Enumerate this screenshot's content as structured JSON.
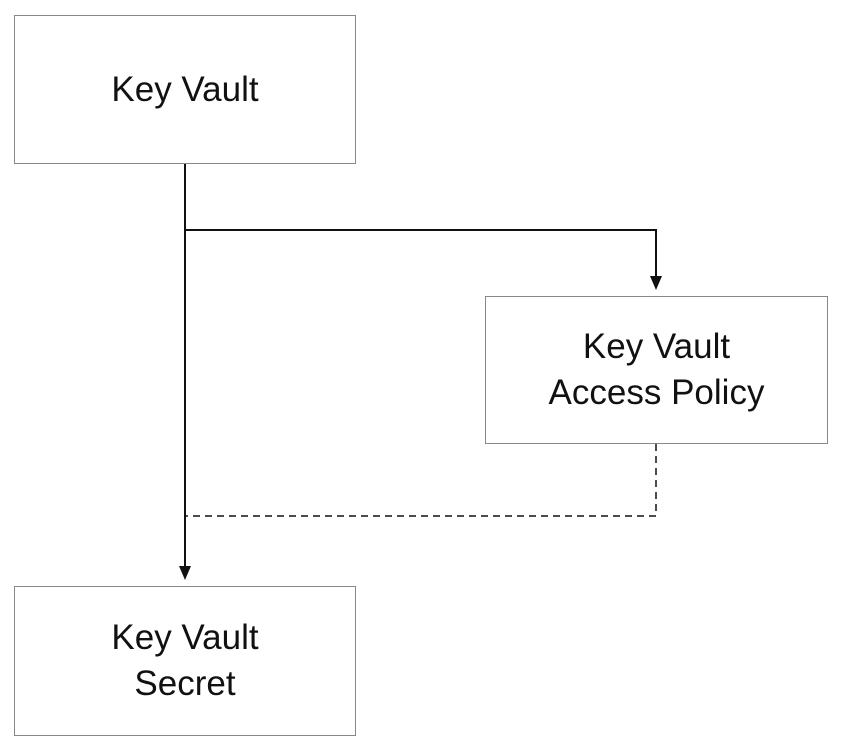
{
  "nodes": {
    "key_vault": {
      "line1": "Key Vault"
    },
    "access_policy": {
      "line1": "Key Vault",
      "line2": "Access Policy"
    },
    "secret": {
      "line1": "Key Vault",
      "line2": "Secret"
    }
  },
  "edges": [
    {
      "from": "Key Vault",
      "to": "Key Vault Access Policy",
      "style": "solid",
      "arrow": "end"
    },
    {
      "from": "Key Vault",
      "to": "Key Vault Secret",
      "style": "solid",
      "arrow": "end"
    },
    {
      "from": "Key Vault Access Policy",
      "to": "Key Vault Secret",
      "style": "dashed",
      "arrow": "none"
    }
  ],
  "colors": {
    "line": "#111111",
    "box_border": "#888888",
    "text": "#111111",
    "background": "#ffffff"
  }
}
